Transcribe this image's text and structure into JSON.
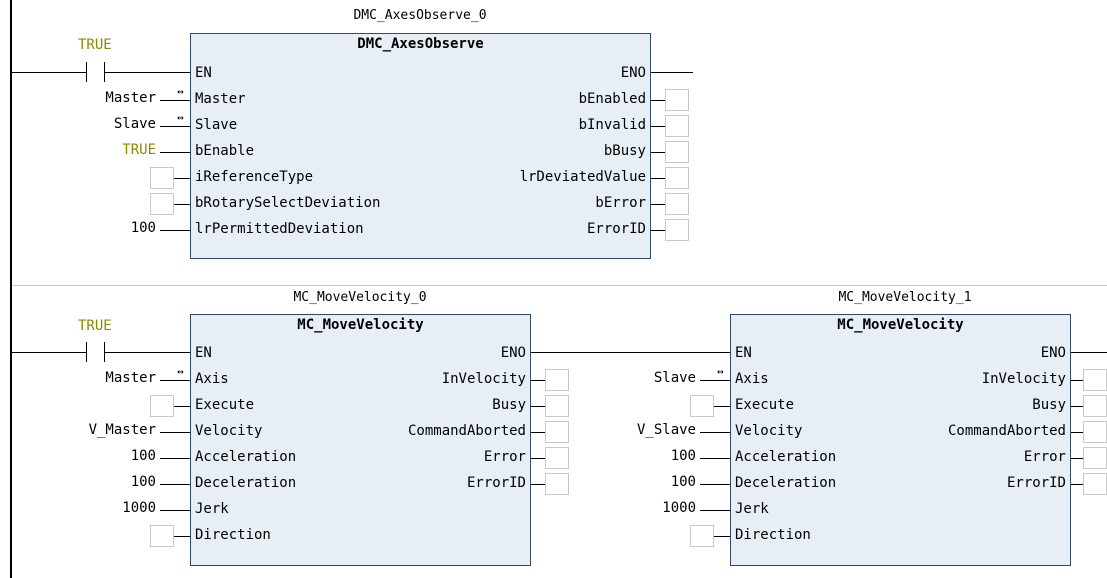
{
  "rung1": {
    "instance": "DMC_AxesObserve_0",
    "block": "DMC_AxesObserve",
    "contact": "TRUE",
    "inputs": [
      {
        "pin": "EN",
        "value": ""
      },
      {
        "pin": "Master",
        "value": "Master"
      },
      {
        "pin": "Slave",
        "value": "Slave"
      },
      {
        "pin": "bEnable",
        "value": "TRUE"
      },
      {
        "pin": "iReferenceType",
        "value": ""
      },
      {
        "pin": "bRotarySelectDeviation",
        "value": ""
      },
      {
        "pin": "lrPermittedDeviation",
        "value": "100"
      }
    ],
    "outputs": [
      "ENO",
      "bEnabled",
      "bInvalid",
      "bBusy",
      "lrDeviatedValue",
      "bError",
      "ErrorID"
    ]
  },
  "rung2": {
    "contact": "TRUE",
    "blocks": [
      {
        "instance": "MC_MoveVelocity_0",
        "block": "MC_MoveVelocity",
        "inputs": [
          {
            "pin": "EN",
            "value": ""
          },
          {
            "pin": "Axis",
            "value": "Master"
          },
          {
            "pin": "Execute",
            "value": ""
          },
          {
            "pin": "Velocity",
            "value": "V_Master"
          },
          {
            "pin": "Acceleration",
            "value": "100"
          },
          {
            "pin": "Deceleration",
            "value": "100"
          },
          {
            "pin": "Jerk",
            "value": "1000"
          },
          {
            "pin": "Direction",
            "value": ""
          }
        ],
        "outputs": [
          "ENO",
          "InVelocity",
          "Busy",
          "CommandAborted",
          "Error",
          "ErrorID"
        ]
      },
      {
        "instance": "MC_MoveVelocity_1",
        "block": "MC_MoveVelocity",
        "inputs": [
          {
            "pin": "EN",
            "value": ""
          },
          {
            "pin": "Axis",
            "value": "Slave"
          },
          {
            "pin": "Execute",
            "value": ""
          },
          {
            "pin": "Velocity",
            "value": "V_Slave"
          },
          {
            "pin": "Acceleration",
            "value": "100"
          },
          {
            "pin": "Deceleration",
            "value": "100"
          },
          {
            "pin": "Jerk",
            "value": "1000"
          },
          {
            "pin": "Direction",
            "value": ""
          }
        ],
        "outputs": [
          "ENO",
          "InVelocity",
          "Busy",
          "CommandAborted",
          "Error",
          "ErrorID"
        ]
      }
    ]
  },
  "colors": {
    "block_fill": "#e8eef6",
    "block_border": "#2e4a6e",
    "constant_true": "#8b8b00",
    "empty_box_border": "#c9c9c9"
  }
}
